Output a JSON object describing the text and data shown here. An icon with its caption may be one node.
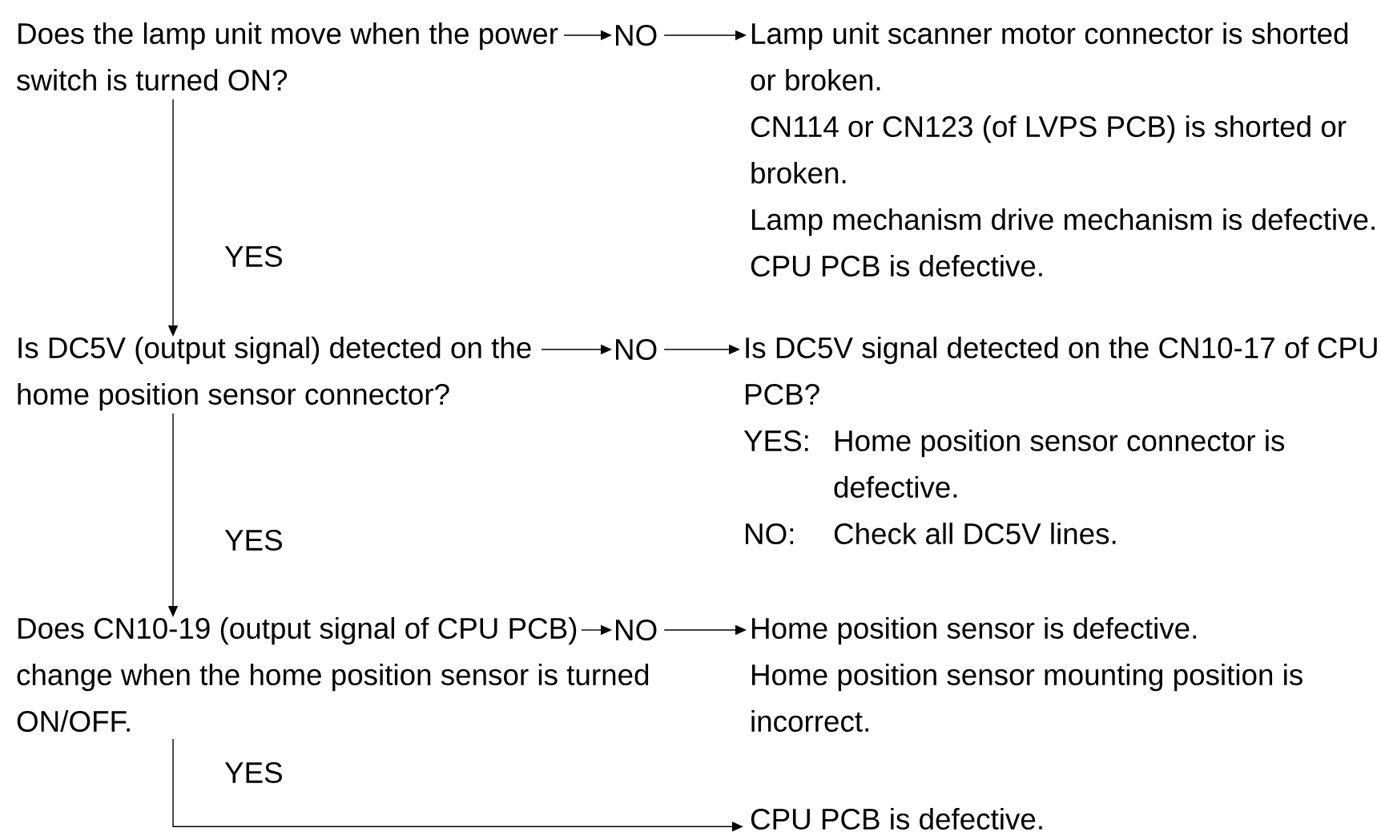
{
  "diagram": {
    "nodes": [
      {
        "text": [
          "Does the lamp unit move when the power switch is turned ON?"
        ]
      },
      {
        "text": [
          "NO"
        ]
      },
      {
        "text": [
          "Lamp unit scanner motor connector is shorted or broken.",
          "CN114 or CN123 (of LVPS PCB) is shorted or broken.",
          "Lamp mechanism drive mechanism is defective.",
          "CPU PCB is defective."
        ]
      },
      {
        "text": [
          "Is DC5V (output signal) detected on the home position sensor connector?"
        ]
      },
      {
        "text": [
          "NO"
        ]
      },
      {
        "text": [
          "Is DC5V signal detected on the CN10-17 of CPU PCB?",
          "YES:",
          "Home position sensor connector is defective.",
          "NO:",
          "Check all DC5V lines."
        ]
      },
      {
        "text": [
          "Does CN10-19 (output signal of CPU PCB) change when the home position sensor is turned ON/OFF."
        ]
      },
      {
        "text": [
          "NO"
        ]
      },
      {
        "text": [
          "Home position sensor is defective.",
          "Home position sensor mounting position is incorrect."
        ]
      },
      {
        "text": [
          "CPU PCB is defective."
        ]
      }
    ],
    "edges": [
      {
        "from": 0,
        "to": 1,
        "arrow": "to"
      },
      {
        "from": 1,
        "to": 2,
        "arrow": "to"
      },
      {
        "from": 0,
        "to": 3,
        "arrow": "to",
        "label": "YES"
      },
      {
        "from": 3,
        "to": 4,
        "arrow": "to"
      },
      {
        "from": 4,
        "to": 5,
        "arrow": "to"
      },
      {
        "from": 3,
        "to": 6,
        "arrow": "to",
        "label": "YES"
      },
      {
        "from": 6,
        "to": 7,
        "arrow": "to"
      },
      {
        "from": 7,
        "to": 8,
        "arrow": "to"
      },
      {
        "from": 6,
        "to": 9,
        "arrow": "to",
        "label": "YES"
      }
    ]
  }
}
